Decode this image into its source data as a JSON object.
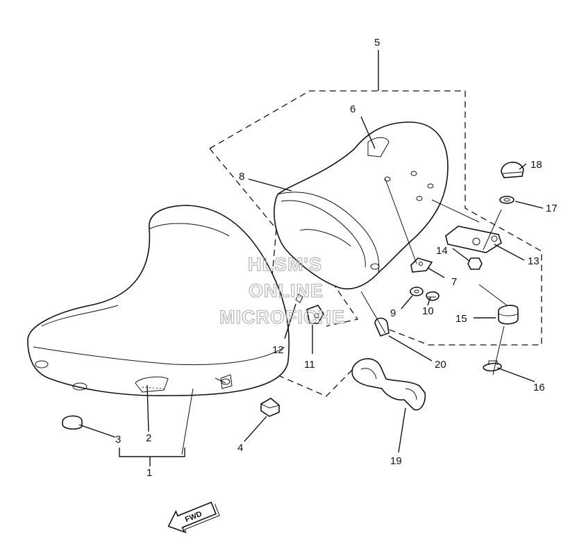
{
  "watermark": {
    "line1": "HLSM'S",
    "line2": "ONLINE",
    "line3": "MICROFICHE"
  },
  "fwd": {
    "text": "FWD"
  },
  "callouts": [
    {
      "id": "callout-1",
      "label": "1"
    },
    {
      "id": "callout-2",
      "label": "2"
    },
    {
      "id": "callout-3",
      "label": "3"
    },
    {
      "id": "callout-4",
      "label": "4"
    },
    {
      "id": "callout-5",
      "label": "5"
    },
    {
      "id": "callout-6",
      "label": "6"
    },
    {
      "id": "callout-7",
      "label": "7"
    },
    {
      "id": "callout-8",
      "label": "8"
    },
    {
      "id": "callout-9",
      "label": "9"
    },
    {
      "id": "callout-10",
      "label": "10"
    },
    {
      "id": "callout-11",
      "label": "11"
    },
    {
      "id": "callout-12",
      "label": "12"
    },
    {
      "id": "callout-13",
      "label": "13"
    },
    {
      "id": "callout-14",
      "label": "14"
    },
    {
      "id": "callout-15",
      "label": "15"
    },
    {
      "id": "callout-16",
      "label": "16"
    },
    {
      "id": "callout-17",
      "label": "17"
    },
    {
      "id": "callout-18",
      "label": "18"
    },
    {
      "id": "callout-19",
      "label": "19"
    },
    {
      "id": "callout-20",
      "label": "20"
    }
  ]
}
